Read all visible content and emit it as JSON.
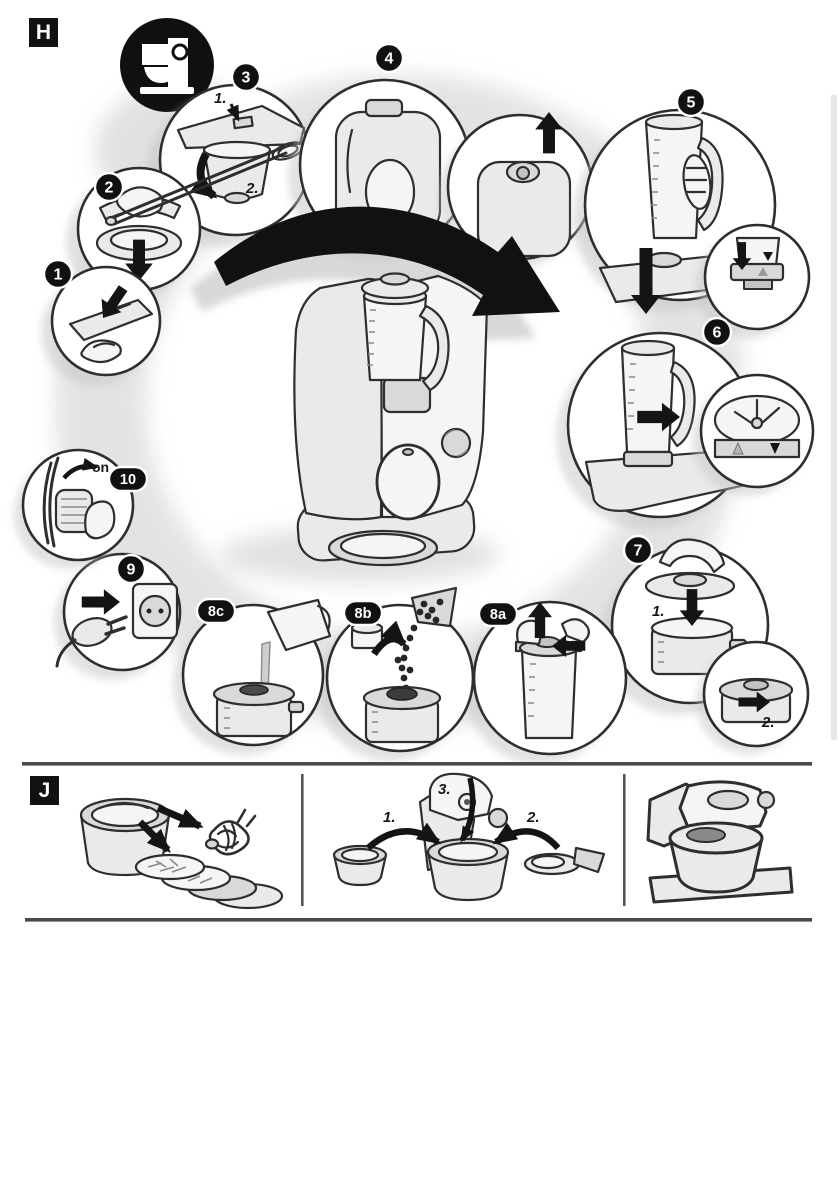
{
  "colors": {
    "page_bg": "#ffffff",
    "ink": "#2e2e2e",
    "badge_bg": "#111111",
    "badge_text": "#ffffff",
    "fill_light": "#f5f5f5",
    "fill_mid": "#eaeaea",
    "fill_dark": "#d9d9d9",
    "shadow": "#c8c8c8",
    "rule": "#4a4a4a"
  },
  "section_h": {
    "label": "H",
    "steps": {
      "s1": {
        "badge": "1"
      },
      "s2": {
        "badge": "2"
      },
      "s3": {
        "badge": "3",
        "sub1": "1.",
        "sub2": "2."
      },
      "s4": {
        "badge": "4"
      },
      "s5": {
        "badge": "5"
      },
      "s6": {
        "badge": "6"
      },
      "s7": {
        "badge": "7",
        "sub1": "1.",
        "sub2": "2."
      },
      "s8a": {
        "badge": "8a"
      },
      "s8b": {
        "badge": "8b"
      },
      "s8c": {
        "badge": "8c"
      },
      "s9": {
        "badge": "9"
      },
      "s10": {
        "badge": "10",
        "on_label": "on"
      }
    }
  },
  "section_j": {
    "label": "J",
    "assembly_labels": {
      "sub1": "1.",
      "sub2": "2.",
      "sub3": "3."
    }
  },
  "icons": [
    "kitchen-machine-pictogram",
    "down-arrow",
    "up-arrow",
    "right-arrow",
    "left-arrow",
    "curved-arrow",
    "power-plug",
    "wall-socket",
    "rotary-knob",
    "blender-jug",
    "mixing-bowl",
    "blender-lid",
    "measuring-cup",
    "whisk",
    "cutting-discs"
  ]
}
